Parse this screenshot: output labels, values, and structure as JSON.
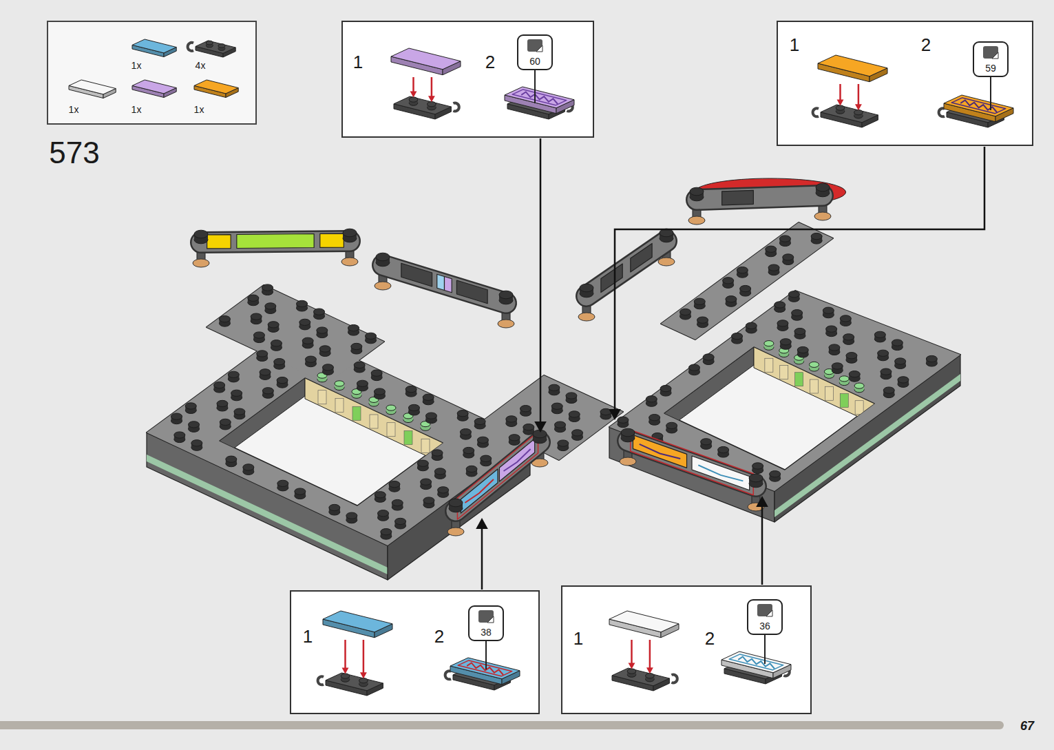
{
  "diagram": {
    "nodes": [
      {
        "text": [
          "1x",
          "4x",
          "1x",
          "1x",
          "1x"
        ]
      },
      {
        "text": [
          "1",
          "2"
        ]
      },
      {
        "text": [
          "60"
        ],
        "in": 1
      },
      {
        "text": [
          "1",
          "2"
        ]
      },
      {
        "text": [
          "59"
        ],
        "in": 3
      },
      {
        "text": [
          "1",
          "2"
        ]
      },
      {
        "text": [
          "38"
        ],
        "in": 5
      },
      {
        "text": [
          "1",
          "2"
        ]
      },
      {
        "text": [
          "36"
        ],
        "in": 7
      }
    ],
    "labels": [
      "573",
      "67"
    ]
  }
}
